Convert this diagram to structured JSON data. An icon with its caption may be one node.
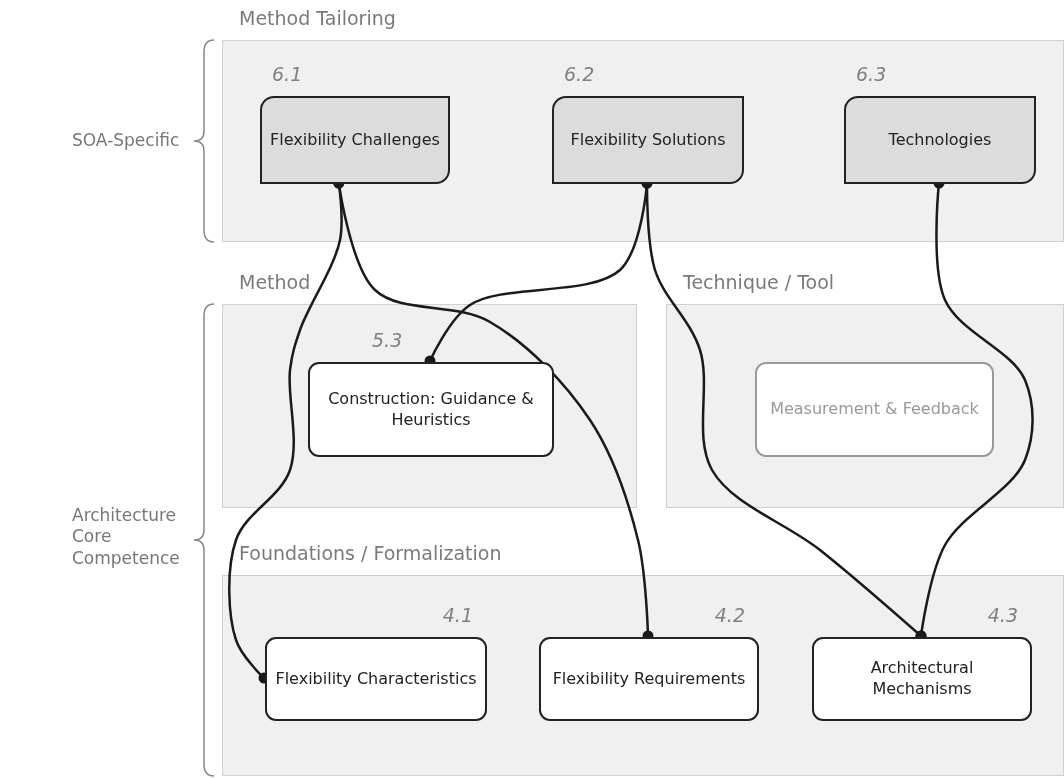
{
  "diagram": {
    "nodes": [
      {
        "text": [
          "Method Tailoring"
        ]
      },
      {
        "text": [
          "Flexibility Challenges"
        ],
        "in": 0,
        "beside": [
          "6.1"
        ]
      },
      {
        "text": [
          "Flexibility Solutions"
        ],
        "in": 0,
        "beside": [
          "6.2"
        ]
      },
      {
        "text": [
          "Technologies"
        ],
        "in": 0,
        "beside": [
          "6.3"
        ]
      },
      {
        "text": [
          "Method"
        ]
      },
      {
        "text": [
          "Construction: Guidance & Heuristics"
        ],
        "in": 4,
        "beside": [
          "5.3"
        ]
      },
      {
        "text": [
          "Technique / Tool"
        ]
      },
      {
        "text": [
          "Measurement & Feedback"
        ],
        "in": 6
      },
      {
        "text": [
          "Foundations / Formalization"
        ]
      },
      {
        "text": [
          "Flexibility Characteristics"
        ],
        "in": 8,
        "beside": [
          "4.1"
        ]
      },
      {
        "text": [
          "Flexibility Requirements"
        ],
        "in": 8,
        "beside": [
          "4.2"
        ]
      },
      {
        "text": [
          "Architectural Mechanisms"
        ],
        "in": 8,
        "beside": [
          "4.3"
        ]
      }
    ],
    "edges": [
      {
        "from": 1,
        "to": 9,
        "arrow": "other"
      },
      {
        "from": 1,
        "to": 10,
        "arrow": "other"
      },
      {
        "from": 2,
        "to": 5,
        "arrow": "other"
      },
      {
        "from": 2,
        "to": 11,
        "arrow": "other"
      },
      {
        "from": 3,
        "to": 11,
        "arrow": "other"
      }
    ],
    "labels": [
      "SOA-Specific",
      "Architecture Core Competence"
    ]
  }
}
